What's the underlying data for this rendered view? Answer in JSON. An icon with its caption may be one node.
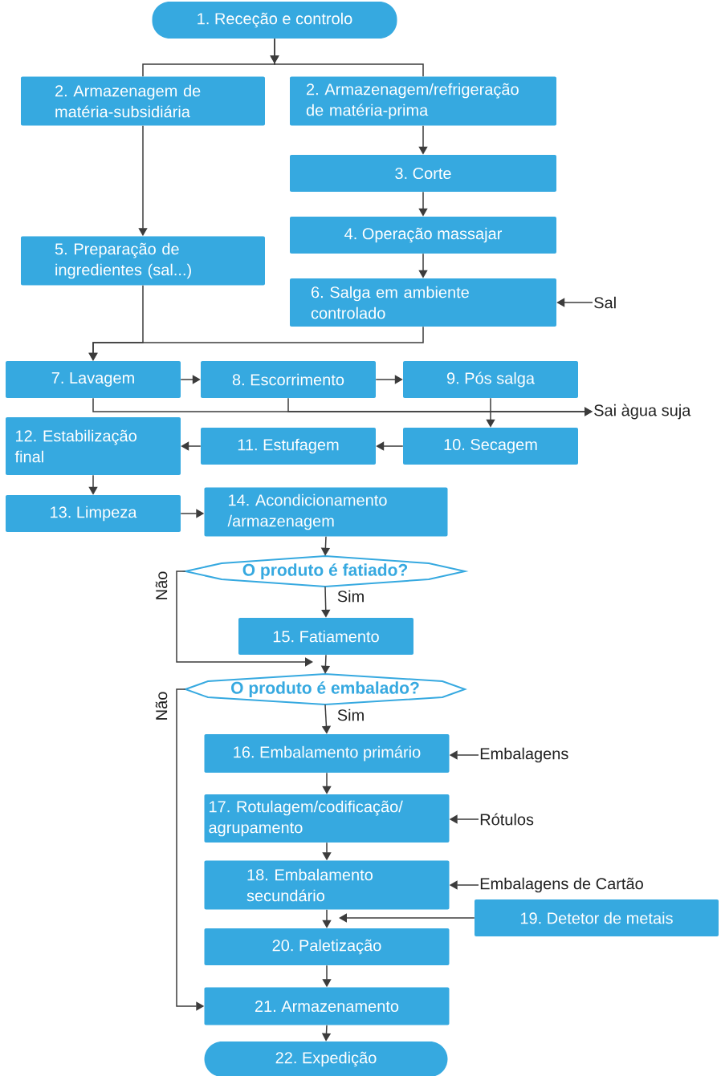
{
  "diagram": {
    "nodes": [
      {
        "text": [
          "1. Receção e controlo"
        ]
      },
      {
        "text": [
          "2. Armazenagem de matéria-subsidiária"
        ]
      },
      {
        "text": [
          "2. Armazenagem/refrigeração de matéria-prima"
        ]
      },
      {
        "text": [
          "3. Corte"
        ]
      },
      {
        "text": [
          "4. Operação massajar"
        ]
      },
      {
        "text": [
          "5. Preparação de ingredientes (sal...)"
        ]
      },
      {
        "text": [
          "6. Salga em ambiente controlado"
        ]
      },
      {
        "text": [
          "Sal"
        ]
      },
      {
        "text": [
          "7. Lavagem"
        ]
      },
      {
        "text": [
          "8. Escorrimento"
        ]
      },
      {
        "text": [
          "9. Pós salga"
        ]
      },
      {
        "text": [
          "Sai àgua suja"
        ]
      },
      {
        "text": [
          "12. Estabilização final"
        ]
      },
      {
        "text": [
          "11. Estufagem"
        ]
      },
      {
        "text": [
          "10. Secagem"
        ]
      },
      {
        "text": [
          "13. Limpeza"
        ]
      },
      {
        "text": [
          "14. Acondicionamento /armazenagem"
        ]
      },
      {
        "text": [
          "O produto é fatiado?"
        ]
      },
      {
        "text": [
          "15. Fatiamento"
        ]
      },
      {
        "text": [
          "O produto é embalado?"
        ]
      },
      {
        "text": [
          "16. Embalamento primário"
        ]
      },
      {
        "text": [
          "Embalagens"
        ]
      },
      {
        "text": [
          "17. Rotulagem/codificação/ agrupamento"
        ]
      },
      {
        "text": [
          "Rótulos"
        ]
      },
      {
        "text": [
          "18. Embalamento secundário"
        ]
      },
      {
        "text": [
          "Embalagens de Cartão"
        ]
      },
      {
        "text": [
          "19. Detetor de metais"
        ]
      },
      {
        "text": [
          "20. Paletização"
        ]
      },
      {
        "text": [
          "21. Armazenamento"
        ]
      },
      {
        "text": [
          "22.  Expedição"
        ]
      }
    ],
    "edges": [
      {
        "from": 0,
        "to": 1,
        "arrow": "to"
      },
      {
        "from": 0,
        "to": 2,
        "arrow": "to"
      },
      {
        "from": 1,
        "to": 5,
        "arrow": "to"
      },
      {
        "from": 2,
        "to": 3,
        "arrow": "to"
      },
      {
        "from": 3,
        "to": 4,
        "arrow": "to"
      },
      {
        "from": 4,
        "to": 6,
        "arrow": "to"
      },
      {
        "from": 7,
        "to": 6,
        "arrow": "to"
      },
      {
        "from": 5,
        "to": 8,
        "arrow": "to"
      },
      {
        "from": 6,
        "to": 8,
        "arrow": "to"
      },
      {
        "from": 8,
        "to": 9,
        "arrow": "to"
      },
      {
        "from": 9,
        "to": 10,
        "arrow": "to"
      },
      {
        "from": 8,
        "to": 11,
        "arrow": "to"
      },
      {
        "from": 9,
        "to": 11,
        "arrow": "to"
      },
      {
        "from": 10,
        "to": 14,
        "arrow": "to"
      },
      {
        "from": 14,
        "to": 13,
        "arrow": "to"
      },
      {
        "from": 13,
        "to": 12,
        "arrow": "to"
      },
      {
        "from": 12,
        "to": 15,
        "arrow": "to"
      },
      {
        "from": 15,
        "to": 16,
        "arrow": "to"
      },
      {
        "from": 16,
        "to": 17,
        "arrow": "to"
      },
      {
        "from": 17,
        "to": 18,
        "arrow": "to",
        "label": "Sim"
      },
      {
        "from": 17,
        "to": 19,
        "arrow": "to",
        "label": "Não"
      },
      {
        "from": 18,
        "to": 19,
        "arrow": "to"
      },
      {
        "from": 19,
        "to": 20,
        "arrow": "to",
        "label": "Sim"
      },
      {
        "from": 19,
        "to": 28,
        "arrow": "to",
        "label": "Não"
      },
      {
        "from": 20,
        "to": 22,
        "arrow": "to"
      },
      {
        "from": 21,
        "to": 20,
        "arrow": "to"
      },
      {
        "from": 22,
        "to": 24,
        "arrow": "to"
      },
      {
        "from": 23,
        "to": 22,
        "arrow": "to"
      },
      {
        "from": 24,
        "to": 27,
        "arrow": "to"
      },
      {
        "from": 25,
        "to": 24,
        "arrow": "to"
      },
      {
        "from": 26,
        "to": 27,
        "arrow": "to"
      },
      {
        "from": 27,
        "to": 28,
        "arrow": "to"
      },
      {
        "from": 28,
        "to": 29,
        "arrow": "to"
      }
    ]
  }
}
